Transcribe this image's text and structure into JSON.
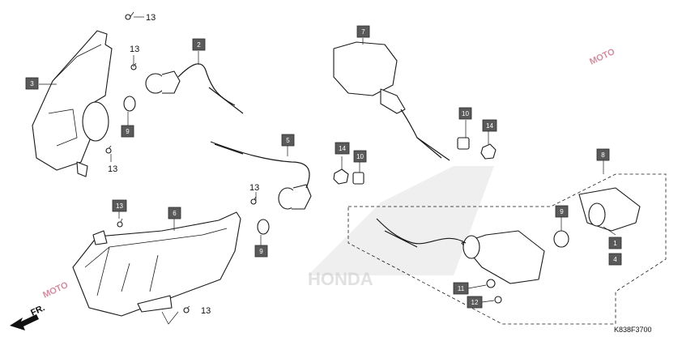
{
  "callouts": {
    "c1": "1",
    "c2": "2",
    "c3": "3",
    "c4": "4",
    "c5": "5",
    "c6": "6",
    "c7": "7",
    "c8": "8",
    "c9a": "9",
    "c9b": "9",
    "c9c": "9",
    "c10a": "10",
    "c10b": "10",
    "c11": "11",
    "c12": "12",
    "c13box": "13",
    "c14a": "14",
    "c14b": "14"
  },
  "plain_labels": {
    "l13a": "13",
    "l13b": "13",
    "l13c": "13",
    "l13d": "13",
    "l13e": "13"
  },
  "front_marker": "FR.",
  "diagram_code": "K838F3700",
  "watermarks": {
    "brand": "HONDA",
    "moto": "MOTO"
  }
}
